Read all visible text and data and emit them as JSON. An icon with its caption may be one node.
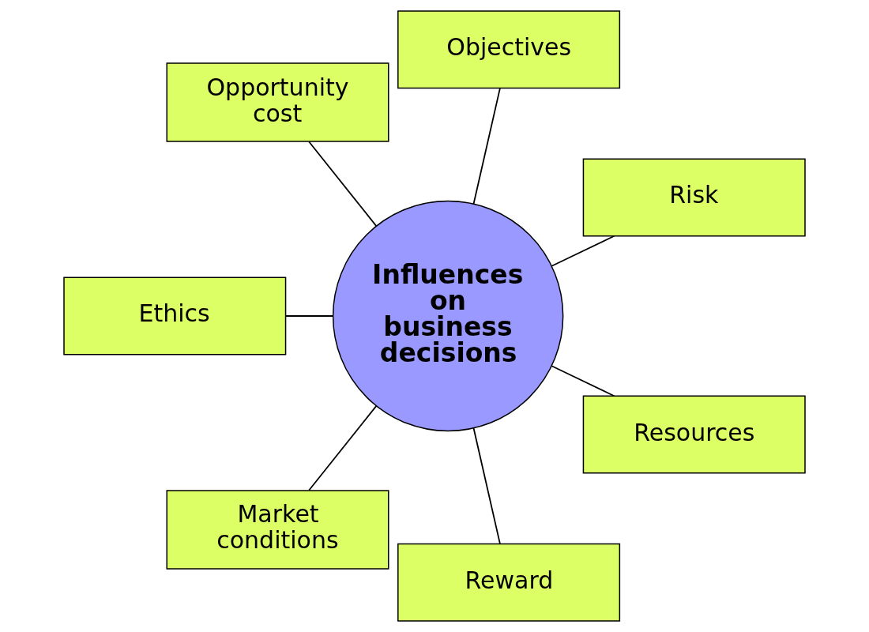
{
  "diagram": {
    "nodes": [
      {
        "text": [
          "Influences on business decisions"
        ]
      },
      {
        "text": [
          "Objectives"
        ]
      },
      {
        "text": [
          "Risk"
        ]
      },
      {
        "text": [
          "Resources"
        ]
      },
      {
        "text": [
          "Reward"
        ]
      },
      {
        "text": [
          "Market conditions"
        ]
      },
      {
        "text": [
          "Ethics"
        ]
      },
      {
        "text": [
          "Opportunity cost"
        ]
      }
    ],
    "edges": [
      {
        "from": 0,
        "to": 1,
        "arrow": "none"
      },
      {
        "from": 0,
        "to": 2,
        "arrow": "none"
      },
      {
        "from": 0,
        "to": 3,
        "arrow": "none"
      },
      {
        "from": 0,
        "to": 4,
        "arrow": "none"
      },
      {
        "from": 0,
        "to": 5,
        "arrow": "none"
      },
      {
        "from": 0,
        "to": 6,
        "arrow": "none"
      },
      {
        "from": 0,
        "to": 7,
        "arrow": "none"
      }
    ]
  }
}
